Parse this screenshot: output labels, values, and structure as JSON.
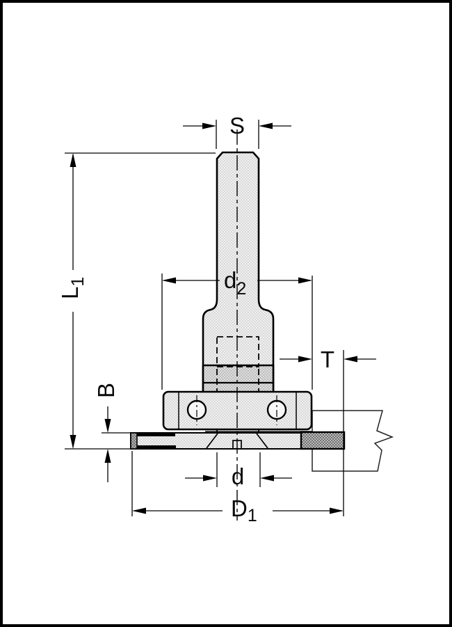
{
  "figure": {
    "type": "technical-dimension-drawing",
    "subject": "slot-cutter-on-arbor-cross-section",
    "dimension_labels": {
      "s": {
        "main": "S"
      },
      "l1": {
        "main": "L",
        "sub": "1"
      },
      "d2": {
        "main": "d",
        "sub": "2"
      },
      "t": {
        "main": "T"
      },
      "b": {
        "main": "B"
      },
      "d": {
        "main": "d"
      },
      "d1": {
        "main": "D",
        "sub": "1"
      }
    },
    "colors": {
      "line": "#000000",
      "background": "#ffffff",
      "hatch_light": "#dcdcdc",
      "hatch_medium": "#bdbdbd",
      "hatch_dark": "#6f6f6f",
      "border": "#000000"
    }
  }
}
